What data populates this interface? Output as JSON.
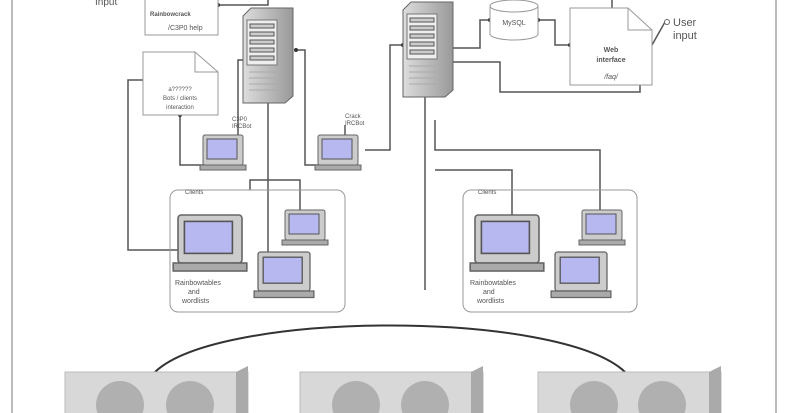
{
  "labels": {
    "input": "Input",
    "rainbowcrack": "Rainbowcrack",
    "c3p0_help": "/C3P0 help",
    "bots_title": "a??????",
    "bots_line1": "Bots / clients",
    "bots_line2": "interaction",
    "c3p0_line1": "C3P0",
    "c3p0_line2": "IRCBot",
    "crack_line1": "Crack",
    "crack_line2": "IRCBot",
    "mysql": "MySQL",
    "web_line1": "Web",
    "web_line2": "interface",
    "faq": "/faq/",
    "user_line1": "User",
    "user_line2": "input",
    "clients_left": "Clients",
    "clients_right": "Clients",
    "rt_left_1": "Rainbowtables",
    "rt_left_2": "and",
    "rt_left_3": "wordlists",
    "rt_right_1": "Rainbowtables",
    "rt_right_2": "and",
    "rt_right_3": "wordlists"
  },
  "colors": {
    "screen": "#b8b8f0",
    "line": "#555555",
    "box": "#d4d4d4",
    "disk": "#b0b0b0"
  }
}
